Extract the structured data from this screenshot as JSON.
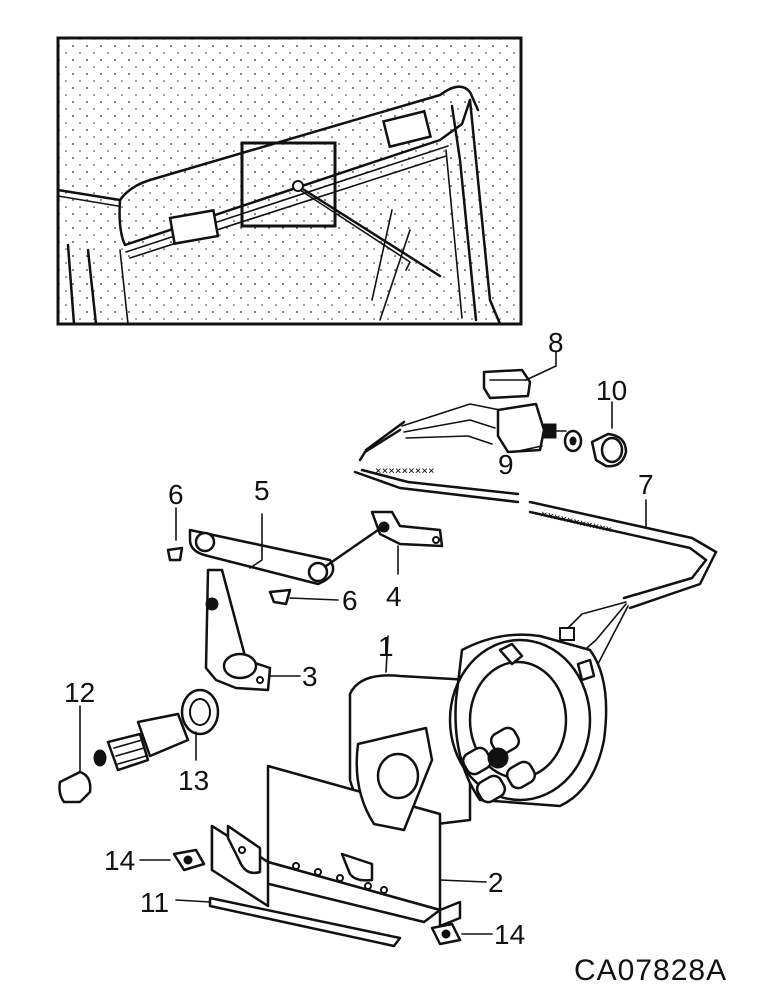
{
  "diagram": {
    "drawing_number": "CA07828A",
    "callouts": [
      "1",
      "2",
      "3",
      "4",
      "5",
      "6",
      "6",
      "7",
      "8",
      "9",
      "10",
      "11",
      "12",
      "13",
      "14",
      "14"
    ]
  }
}
